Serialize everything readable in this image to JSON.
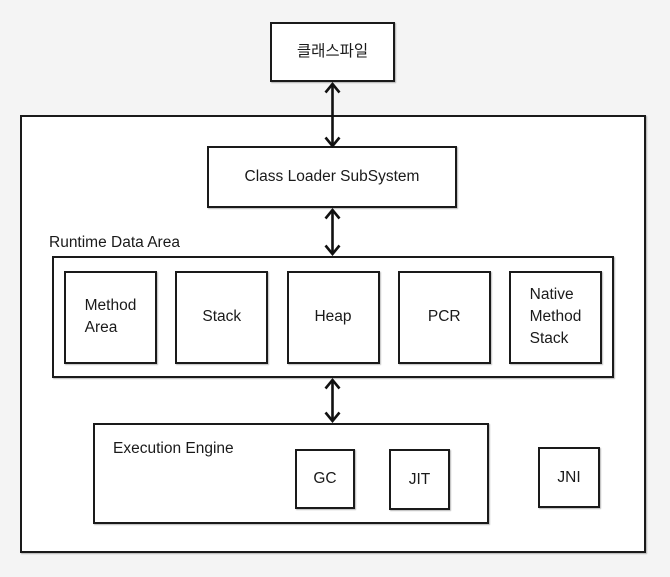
{
  "colors": {
    "background": "#f4f4f4",
    "box_fill": "#ffffff",
    "border": "#1a1a1a",
    "arrow": "#111111"
  },
  "classfile": {
    "label": "클래스파일"
  },
  "class_loader": {
    "label": "Class Loader SubSystem"
  },
  "runtime_data_area": {
    "label": "Runtime Data Area",
    "boxes": [
      {
        "label": "Method Area"
      },
      {
        "label": "Stack"
      },
      {
        "label": "Heap"
      },
      {
        "label": "PCR"
      },
      {
        "label": "Native Method Stack"
      }
    ]
  },
  "execution_engine": {
    "label": "Execution Engine",
    "components": [
      {
        "label": "GC"
      },
      {
        "label": "JIT"
      }
    ]
  },
  "jni": {
    "label": "JNI"
  }
}
